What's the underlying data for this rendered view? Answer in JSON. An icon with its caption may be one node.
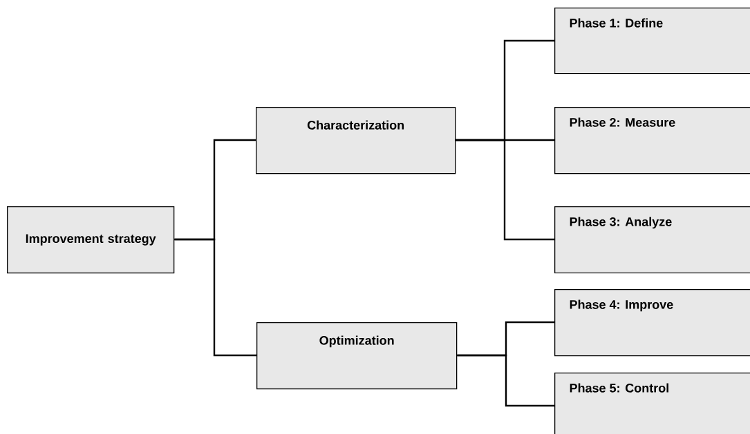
{
  "diagram": {
    "nodes": [
      {
        "text": [
          "Improvement strategy"
        ]
      },
      {
        "text": [
          "Characterization"
        ]
      },
      {
        "text": [
          "Optimization"
        ]
      },
      {
        "text": [
          "Phase 1: Define"
        ]
      },
      {
        "text": [
          "Phase 2: Measure"
        ]
      },
      {
        "text": [
          "Phase 3: Analyze"
        ]
      },
      {
        "text": [
          "Phase 4: Improve"
        ]
      },
      {
        "text": [
          "Phase 5: Control"
        ]
      }
    ],
    "edges": [
      {
        "from": 0,
        "to": 1,
        "arrow": "none"
      },
      {
        "from": 0,
        "to": 2,
        "arrow": "none"
      },
      {
        "from": 1,
        "to": 3,
        "arrow": "none"
      },
      {
        "from": 1,
        "to": 4,
        "arrow": "none"
      },
      {
        "from": 1,
        "to": 5,
        "arrow": "none"
      },
      {
        "from": 2,
        "to": 6,
        "arrow": "none"
      },
      {
        "from": 2,
        "to": 7,
        "arrow": "none"
      }
    ]
  }
}
